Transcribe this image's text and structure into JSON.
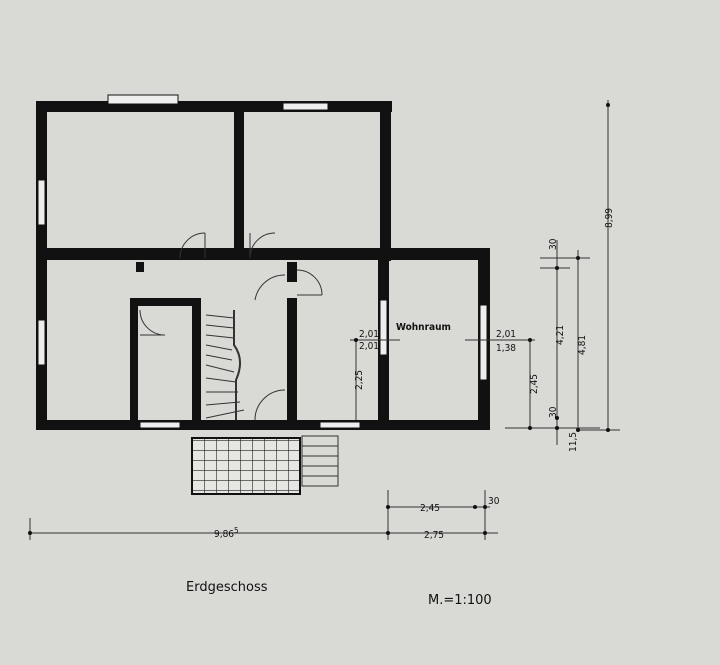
{
  "plan": {
    "floor_title": "Erdgeschoss",
    "scale": "M.=1:100",
    "room_label": "Wohnraum"
  },
  "dimensions": {
    "inner_w_left": "2,01",
    "inner_w_left2": "2,01",
    "inner_w_right": "2,01",
    "inner_h_right": "1,38",
    "hall_h": "2,25",
    "right_h": "2,45",
    "wall_top": "30",
    "room_h": "4,21",
    "wing_h": "4,81",
    "wall_bottom": "30",
    "plinth": "11,5",
    "total_h": "8,99",
    "total_w": "9,86",
    "total_w_sup": "5",
    "wing_inner_w": "2,45",
    "wing_wall": "30",
    "wing_w": "2,75"
  },
  "colors": {
    "paper": "#d9d9d6",
    "ink": "#111111"
  }
}
